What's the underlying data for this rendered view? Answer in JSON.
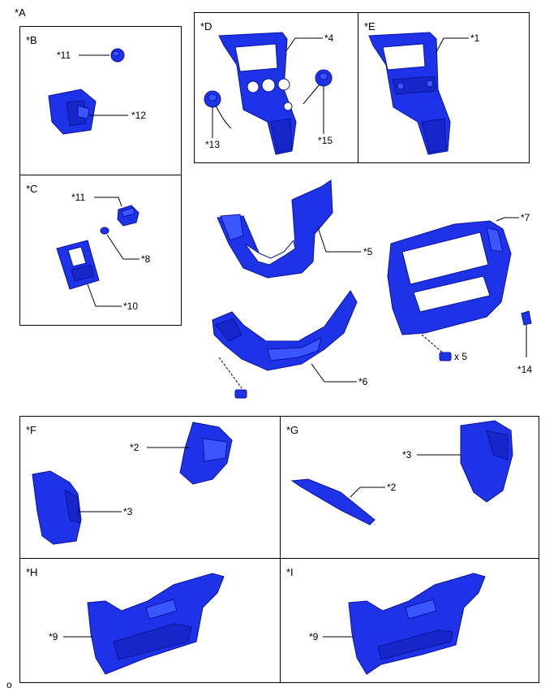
{
  "panels": {
    "A": "*A",
    "B": "*B",
    "C": "*C",
    "D": "*D",
    "E": "*E",
    "F": "*F",
    "G": "*G",
    "H": "*H",
    "I": "*I"
  },
  "callouts": {
    "c1": "*1",
    "c2_f": "*2",
    "c2_g": "*2",
    "c3_f": "*3",
    "c3_g": "*3",
    "c4": "*4",
    "c5": "*5",
    "c6": "*6",
    "c7": "*7",
    "c8": "*8",
    "c9_h": "*9",
    "c9_i": "*9",
    "c10": "*10",
    "c11_b": "*11",
    "c11_c": "*11",
    "c12": "*12",
    "c13": "*13",
    "c14": "*14",
    "c15": "*15"
  },
  "quantity": "x 5",
  "corner_mark": "o",
  "colors": {
    "part_fill": "#1e32e8",
    "outline": "#000000"
  }
}
